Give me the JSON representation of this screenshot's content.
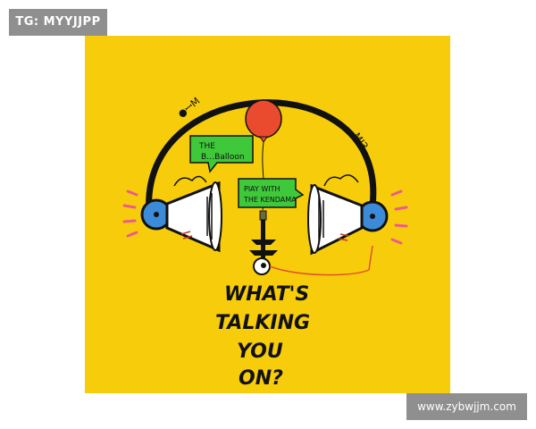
{
  "overlay_tag": {
    "label": "TG: MYYJJPP"
  },
  "watermark": {
    "label": "www.zybwjjm.com"
  },
  "artwork": {
    "background_color": "#f7cd0b",
    "bubble_left": {
      "line1": "THE",
      "line2": "B…Balloon"
    },
    "bubble_right": {
      "line1": "PlAY WITH",
      "line2": "THE KENDAMA"
    },
    "lettering": {
      "line1": "WHAT'S",
      "line2": "TALKING",
      "line3": "YOU",
      "line4": "ON?"
    }
  }
}
